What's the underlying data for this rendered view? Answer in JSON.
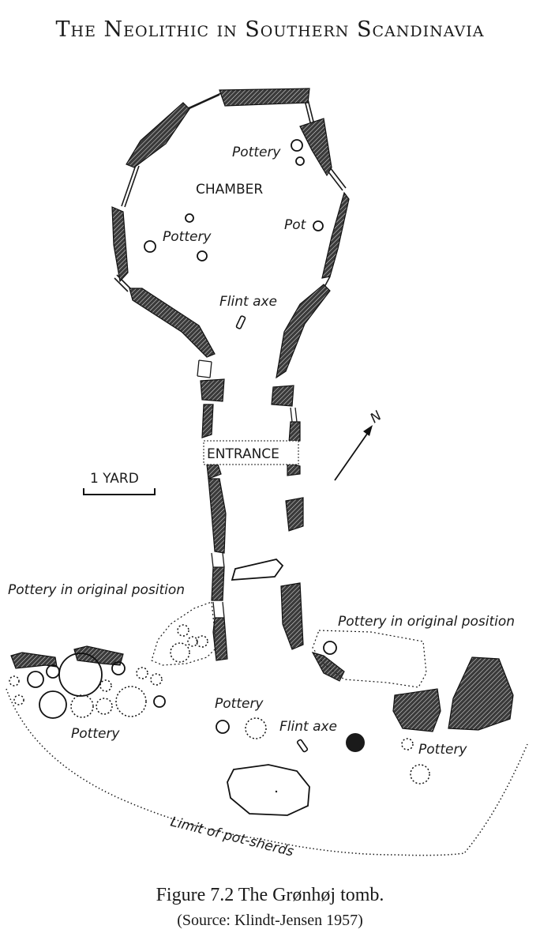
{
  "running_head": "The Neolithic in Southern Scandinavia",
  "labels": {
    "chamber": "CHAMBER",
    "entrance": "ENTRANCE",
    "scale": "1 YARD",
    "north": "N",
    "pottery": "Pottery",
    "pot": "Pot",
    "flint_axe": "Flint axe",
    "pottery_original": "Pottery in original position",
    "limit": "Limit of pot-sherds"
  },
  "caption": {
    "line1": "Figure 7.2 The Grønhøj tomb.",
    "line2": "(Source: Klindt-Jensen 1957)"
  }
}
